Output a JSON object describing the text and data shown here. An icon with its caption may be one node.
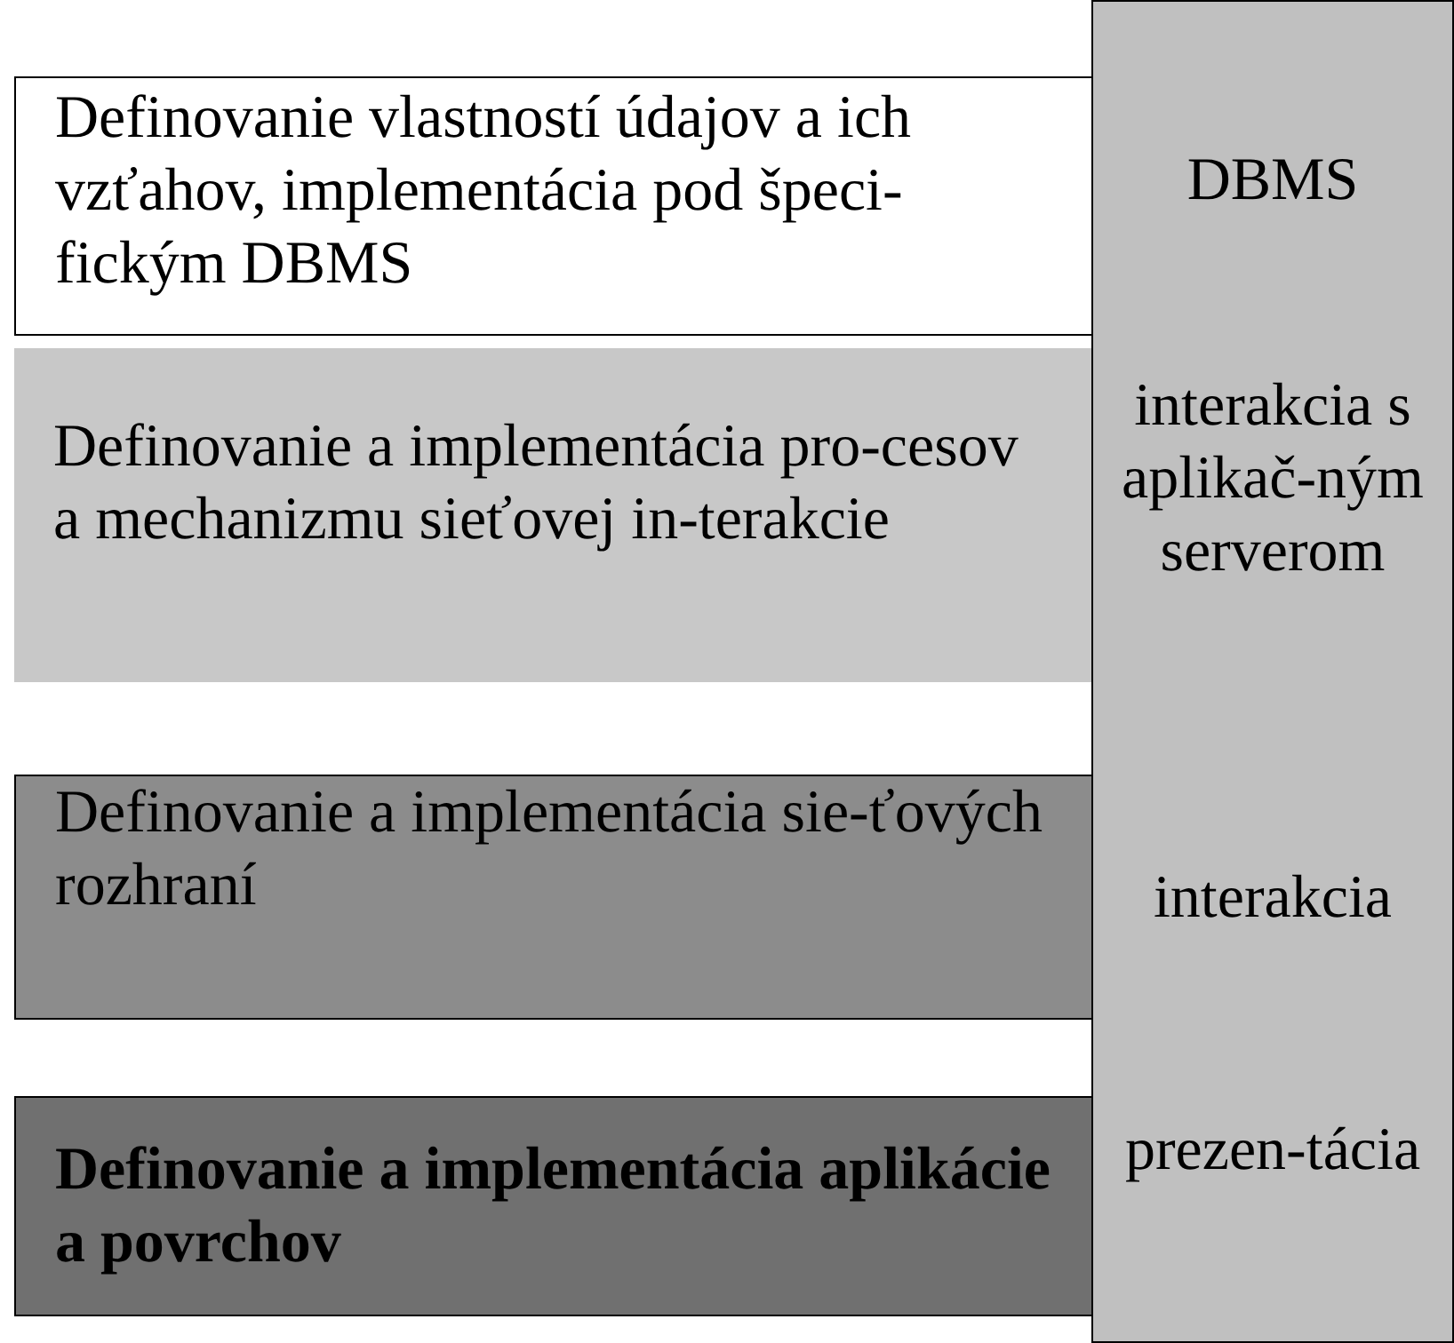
{
  "diagram": {
    "nodes": [
      {
        "text": [
          "Definovanie vlastností údajov a ich vzťahov, implementácia pod špeci-fickým DBMS"
        ]
      },
      {
        "text": [
          "Definovanie a implementácia pro-cesov a mechanizmu sieťovej in-terakcie"
        ]
      },
      {
        "text": [
          "Definovanie a implementácia sie-ťových rozhraní"
        ]
      },
      {
        "text": [
          "Definovanie a implementácia aplikácie a povrchov"
        ]
      },
      {
        "text": [
          "DBMS",
          "interakcia s aplikač-ným serverom",
          "interakcia",
          "prezen-tácia"
        ]
      }
    ]
  }
}
